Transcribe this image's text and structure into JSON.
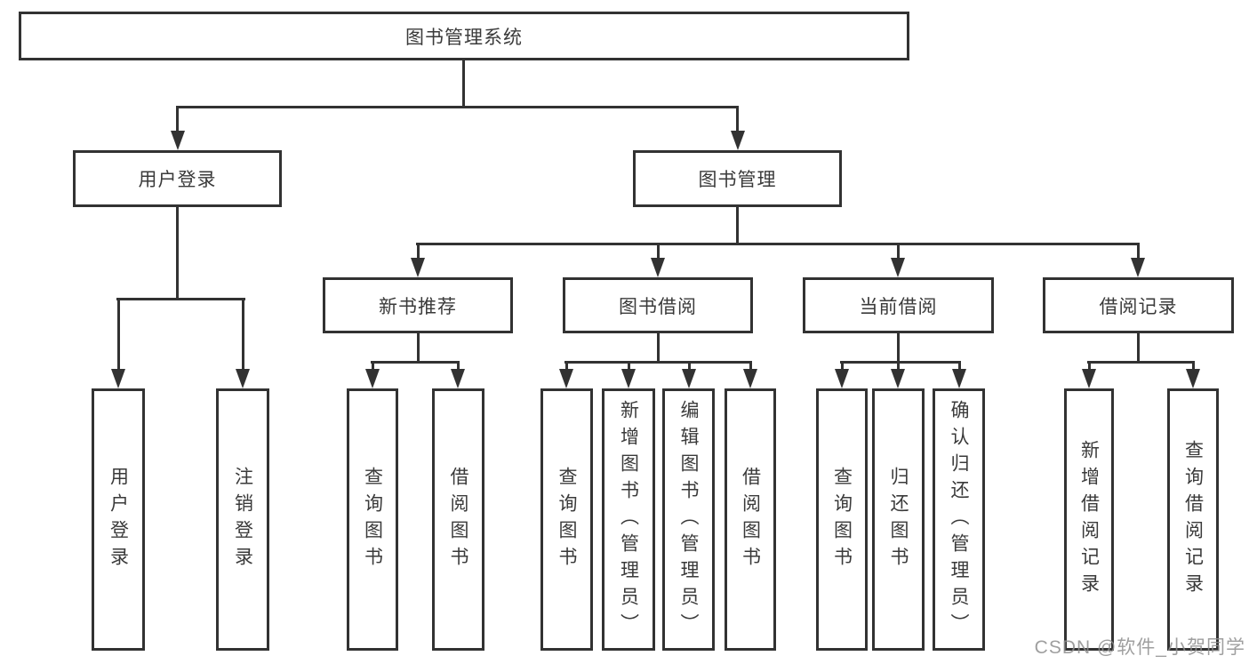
{
  "diagram": {
    "root": "图书管理系统",
    "level2": [
      "用户登录",
      "图书管理"
    ],
    "level3": [
      "新书推荐",
      "图书借阅",
      "当前借阅",
      "借阅记录"
    ],
    "leaves": {
      "user_login": [
        "用户登录",
        "注销登录"
      ],
      "new_book": [
        "查询图书",
        "借阅图书"
      ],
      "book_borrow": [
        "查询图书",
        "新增图书（管理员）",
        "编辑图书（管理员）",
        "借阅图书"
      ],
      "current_borrow": [
        "查询图书",
        "归还图书",
        "确认归还（管理员）"
      ],
      "borrow_record": [
        "新增借阅记录",
        "查询借阅记录"
      ]
    }
  },
  "watermark": "CSDN @软件_小贺同学",
  "colors": {
    "line": "#323232",
    "text": "#3a3a3a",
    "background": "#ffffff",
    "watermark": "#8f8f8f"
  }
}
